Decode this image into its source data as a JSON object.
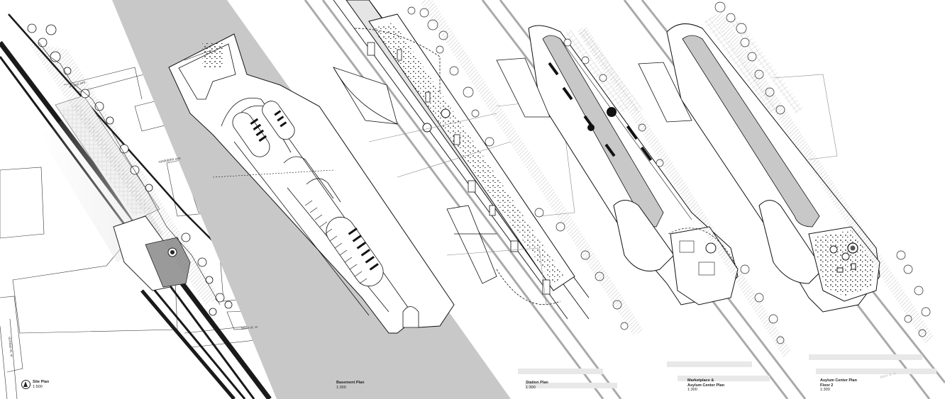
{
  "panels": {
    "site_plan": {
      "title": "Site Plan",
      "scale": "1:500"
    },
    "basement_plan": {
      "title": "Basement Plan",
      "scale": "1:300"
    },
    "station_plan": {
      "title": "Station Plan",
      "scale": "1:300"
    },
    "marketplace_plan": {
      "title_line1": "Marketplace &",
      "title_line2": "Asylum Center Plan",
      "scale": "1:300"
    },
    "asylum_floor2": {
      "title_line1": "Asylum Center Plan",
      "title_line2": "Floor 2",
      "scale": "1:300"
    }
  },
  "streets": {
    "ernest": "ernest ave.",
    "randolph": "randolphe ave.",
    "bloor": "bloor st. w",
    "bloor_right": "bloor st. w",
    "dundas": "dundas st. w"
  },
  "colors": {
    "line": "#1a1a1a",
    "midgray": "#9a9a9a",
    "lightgray": "#cfcfcf",
    "panel_bg": "#c8c8c8",
    "tree": "#ffffff"
  }
}
